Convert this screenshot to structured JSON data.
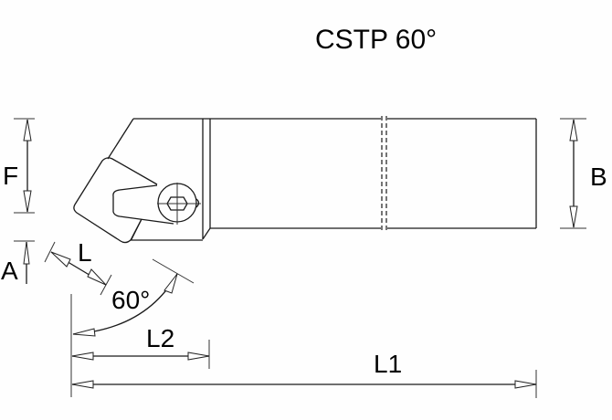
{
  "title": "CSTP 60°",
  "dimensions": {
    "F": "F",
    "A": "A",
    "L": "L",
    "B": "B",
    "angle": "60°",
    "L2": "L2",
    "L1": "L1"
  },
  "colors": {
    "line": "#1a1a1a",
    "background": "#fefefe"
  }
}
